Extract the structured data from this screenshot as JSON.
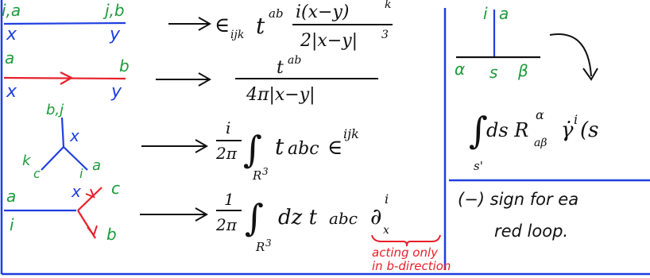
{
  "colors": {
    "ink": "#111111",
    "blue": "#1f3fe0",
    "red": "#e8202a",
    "green": "#1d9a3b"
  },
  "diagrams": {
    "propagator_blue": {
      "left_index": "i,a",
      "right_index": "j,b",
      "left_point": "x",
      "right_point": "y",
      "result_prefix": "∈",
      "result_sub": "ijk",
      "result_t": "t",
      "result_sup": "ab",
      "numerator": "i(x−y)",
      "numerator_sup": "k",
      "denominator": "2|x−y|",
      "denominator_sup": "3"
    },
    "propagator_red": {
      "left_index": "a",
      "right_index": "b",
      "left_point": "x",
      "right_point": "y",
      "numerator": "t",
      "numerator_sup": "ab",
      "denominator": "4π|x−y|"
    },
    "vertex_blue": {
      "top_label": "b,j",
      "center_label": "x",
      "left_label": "k",
      "left_sub": "c",
      "right_label": "i",
      "right_sub": "a",
      "coeff_num": "i",
      "coeff_den": "2π",
      "integral_domain": "R",
      "integral_domain_sup": "3",
      "integrand": "t",
      "integrand_sub": "abc",
      "integrand_tail": "∈",
      "integrand_tail_sup": "ijk"
    },
    "vertex_mixed": {
      "left_index_top": "a",
      "left_index_bottom": "i",
      "center_label": "x",
      "upper_label": "c",
      "lower_label": "b",
      "coeff_num": "1",
      "coeff_den": "2π",
      "integral_domain": "R",
      "integral_domain_sup": "3",
      "integrand": "dz t",
      "integrand_sub": "abc",
      "derivative": "∂",
      "derivative_sup": "i",
      "derivative_sub": "x",
      "annotation_line1": "acting only",
      "annotation_line2": "in b-direction"
    }
  },
  "right_panel": {
    "top_label": "i",
    "top_sub": "a",
    "left_label": "α",
    "center_label": "s",
    "right_label": "β",
    "integral_lower": "s'",
    "integrand": "ds R",
    "integrand_sup": "α",
    "integrand_sub": "aβ",
    "integrand_tail": "γ̇",
    "integrand_tail_sup": "i",
    "integrand_tail_rest": "(s",
    "note_line1": "(−) sign for ea",
    "note_line2": "red loop."
  }
}
